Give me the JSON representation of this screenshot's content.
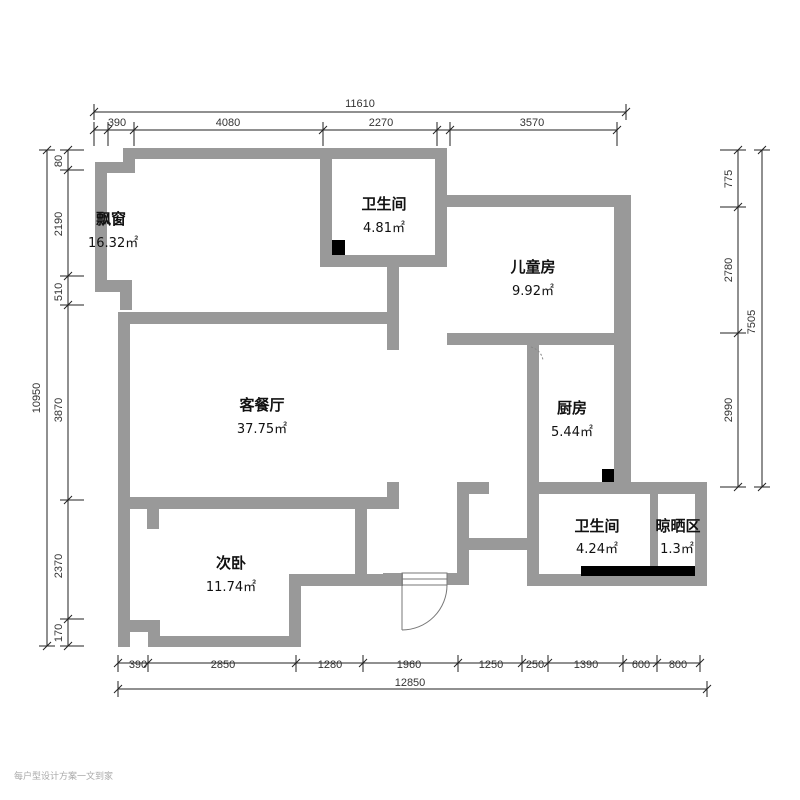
{
  "dimensions": {
    "top_total": "11610",
    "top_segments": [
      "390",
      "4080",
      "2270",
      "3570"
    ],
    "bottom_total": "12850",
    "bottom_segments": [
      "390",
      "2850",
      "1280",
      "1960",
      "1250",
      "250",
      "1390",
      "600",
      "800"
    ],
    "left_total": "10950",
    "left_segments": [
      "80",
      "2190",
      "510",
      "3870",
      "2370",
      "170"
    ],
    "right_total": "7505",
    "right_segments": [
      "775",
      "2780",
      "2990"
    ]
  },
  "rooms": {
    "bay": {
      "name": "飘窗",
      "area": "16.32㎡"
    },
    "bath_top": {
      "name": "卫生间",
      "area": "4.81㎡"
    },
    "kids": {
      "name": "儿童房",
      "area": "9.92㎡"
    },
    "living": {
      "name": "客餐厅",
      "area": "37.75㎡"
    },
    "kitchen": {
      "name": "厨房",
      "area": "5.44㎡"
    },
    "bed2": {
      "name": "次卧",
      "area": "11.74㎡"
    },
    "bath_bottom": {
      "name": "卫生间",
      "area": "4.24㎡"
    },
    "drying": {
      "name": "晾晒区",
      "area": "1.3㎡"
    }
  },
  "watermark": "每户型设计方案一文到家",
  "colors": {
    "wall": "#999999",
    "fixture": "#000000",
    "dimension": "#222222"
  }
}
